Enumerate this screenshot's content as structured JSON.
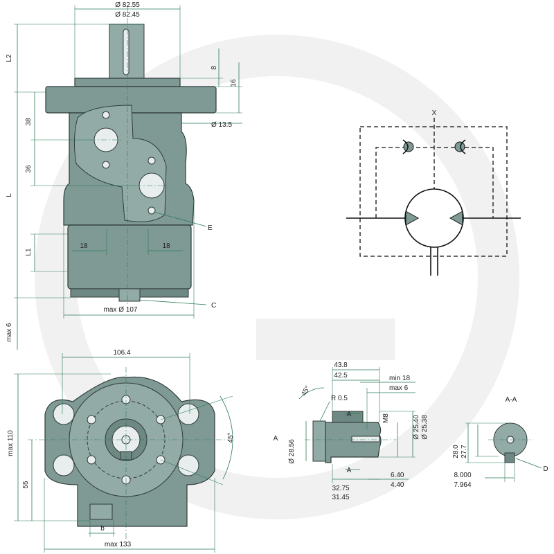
{
  "colors": {
    "body": "#7f9a95",
    "dimension": "#2a7a55",
    "schematic": "#111111"
  },
  "side_view": {
    "dia_top_a": "Ø 82.55",
    "dia_top_b": "Ø 82.45",
    "l2": "L2",
    "l": "L",
    "l1": "L1",
    "d8": "8",
    "d16": "16",
    "d38": "38",
    "d36": "36",
    "hole_dia": "Ø 13.5",
    "d18_left": "18",
    "d18_right": "18",
    "max_dia": "max Ø 107",
    "max6": "max 6",
    "label_e": "E",
    "label_c": "C"
  },
  "front_view": {
    "w106": "106.4",
    "max110": "max 110",
    "h55": "55",
    "max133": "max 133",
    "angle45": "45°",
    "label_b": "b"
  },
  "shaft_detail": {
    "d43": "43.8",
    "d42": "42.5",
    "min18": "min 18",
    "max6": "max 6",
    "angle45": "45°",
    "r05": "R 0.5",
    "m8": "M8",
    "dia2540": "Ø 25.40",
    "dia2538": "Ø 25.38",
    "dia2856": "Ø 28.56",
    "label_a": "A",
    "label_a_top": "A",
    "label_a_bottom": "A",
    "d3275": "32.75",
    "d3145": "31.45",
    "d640": "6.40",
    "d440": "4.40"
  },
  "section_aa": {
    "title": "A-A",
    "d280": "28.0",
    "d277": "27.7",
    "d8000": "8.000",
    "d7964": "7.964",
    "label_d": "D"
  }
}
